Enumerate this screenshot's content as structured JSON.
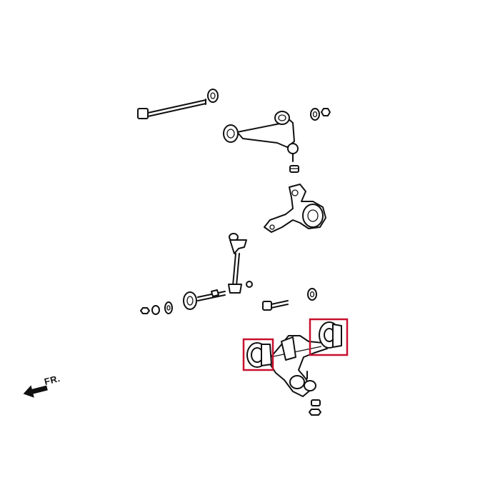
{
  "diagram": {
    "direction_label": "FR.",
    "highlight_color": "#c8102e",
    "line_color": "#111111",
    "highlights": [
      {
        "name": "front-bushing-highlight"
      },
      {
        "name": "rear-bushing-highlight"
      }
    ]
  }
}
